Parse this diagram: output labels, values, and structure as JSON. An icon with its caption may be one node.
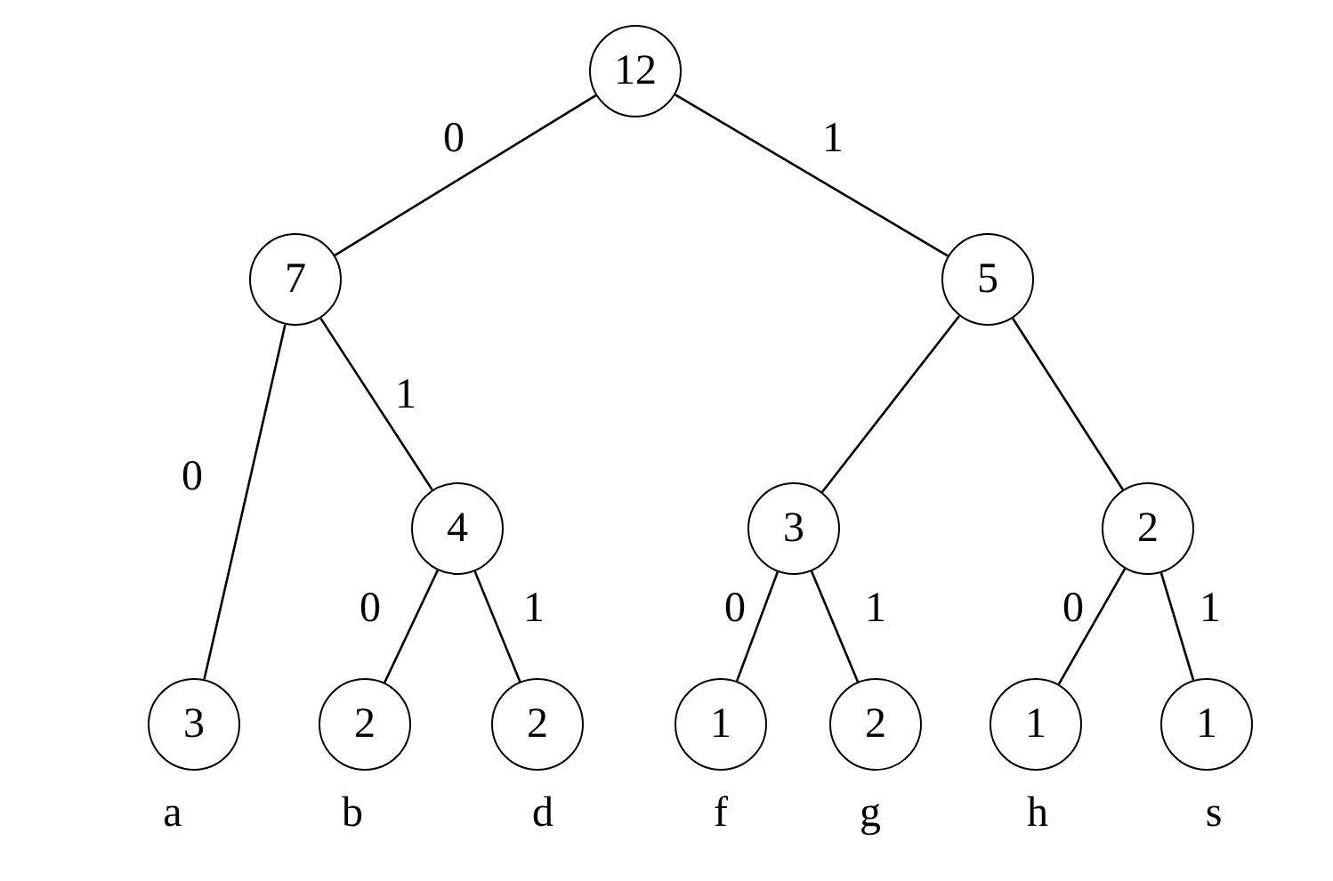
{
  "diagram": {
    "nodes": [
      {
        "text": [
          "12"
        ]
      },
      {
        "text": [
          "7"
        ]
      },
      {
        "text": [
          "5"
        ]
      },
      {
        "text": [
          "3"
        ],
        "beside": [
          "a"
        ]
      },
      {
        "text": [
          "4"
        ]
      },
      {
        "text": [
          "2"
        ],
        "beside": [
          "b"
        ]
      },
      {
        "text": [
          "2"
        ],
        "beside": [
          "d"
        ]
      },
      {
        "text": [
          "3"
        ]
      },
      {
        "text": [
          "2"
        ]
      },
      {
        "text": [
          "1"
        ],
        "beside": [
          "f"
        ]
      },
      {
        "text": [
          "2"
        ],
        "beside": [
          "g"
        ]
      },
      {
        "text": [
          "1"
        ],
        "beside": [
          "h"
        ]
      },
      {
        "text": [
          "1"
        ],
        "beside": [
          "s"
        ]
      }
    ],
    "edges": [
      {
        "from": 0,
        "to": 1,
        "arrow": "none",
        "label": "0"
      },
      {
        "from": 0,
        "to": 2,
        "arrow": "none",
        "label": "1"
      },
      {
        "from": 1,
        "to": 3,
        "arrow": "none",
        "label": "0"
      },
      {
        "from": 1,
        "to": 4,
        "arrow": "none",
        "label": "1"
      },
      {
        "from": 4,
        "to": 5,
        "arrow": "none",
        "label": "0"
      },
      {
        "from": 4,
        "to": 6,
        "arrow": "none",
        "label": "1"
      },
      {
        "from": 2,
        "to": 7,
        "arrow": "none"
      },
      {
        "from": 2,
        "to": 8,
        "arrow": "none"
      },
      {
        "from": 7,
        "to": 9,
        "arrow": "none",
        "label": "0"
      },
      {
        "from": 7,
        "to": 10,
        "arrow": "none",
        "label": "1"
      },
      {
        "from": 8,
        "to": 11,
        "arrow": "none",
        "label": "0"
      },
      {
        "from": 8,
        "to": 12,
        "arrow": "none",
        "label": "1"
      }
    ]
  }
}
